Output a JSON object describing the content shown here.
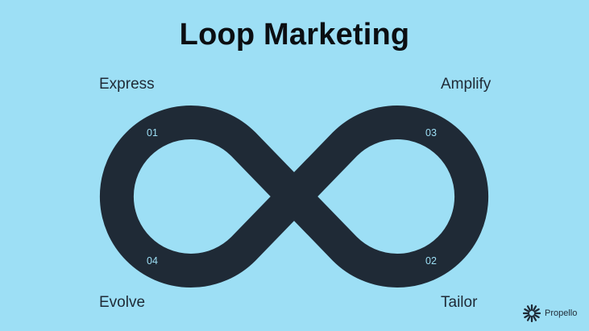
{
  "slide": {
    "title": "Loop Marketing",
    "stages": [
      {
        "label": "Express",
        "number": "01"
      },
      {
        "label": "Tailor",
        "number": "02"
      },
      {
        "label": "Amplify",
        "number": "03"
      },
      {
        "label": "Evolve",
        "number": "04"
      }
    ],
    "brand": {
      "name": "Propello",
      "icon": "propello-burst-icon"
    },
    "colors": {
      "background": "#9ddff5",
      "loop": "#1f2a36",
      "title": "#0b0e12"
    }
  }
}
